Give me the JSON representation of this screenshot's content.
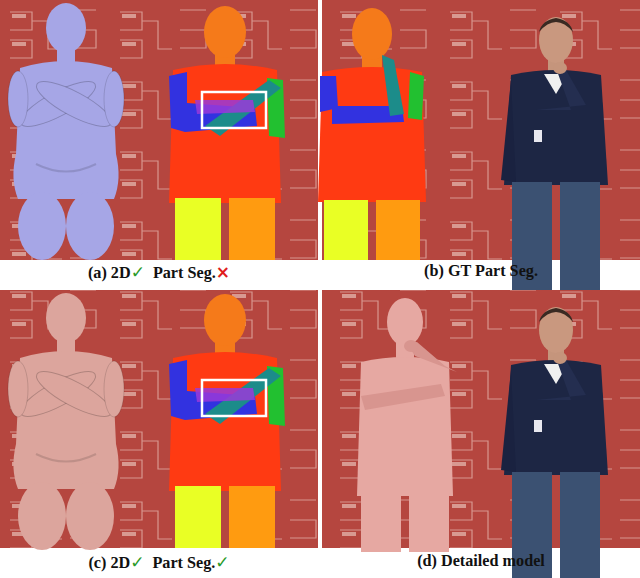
{
  "diagram": {
    "labels": [
      "(a) 2D",
      "✓",
      "Part Seg.",
      "×",
      "(b) GT Part Seg.",
      "(c) 2D",
      "✓",
      "Part Seg.",
      "✓",
      "(d) Detailed model"
    ]
  }
}
